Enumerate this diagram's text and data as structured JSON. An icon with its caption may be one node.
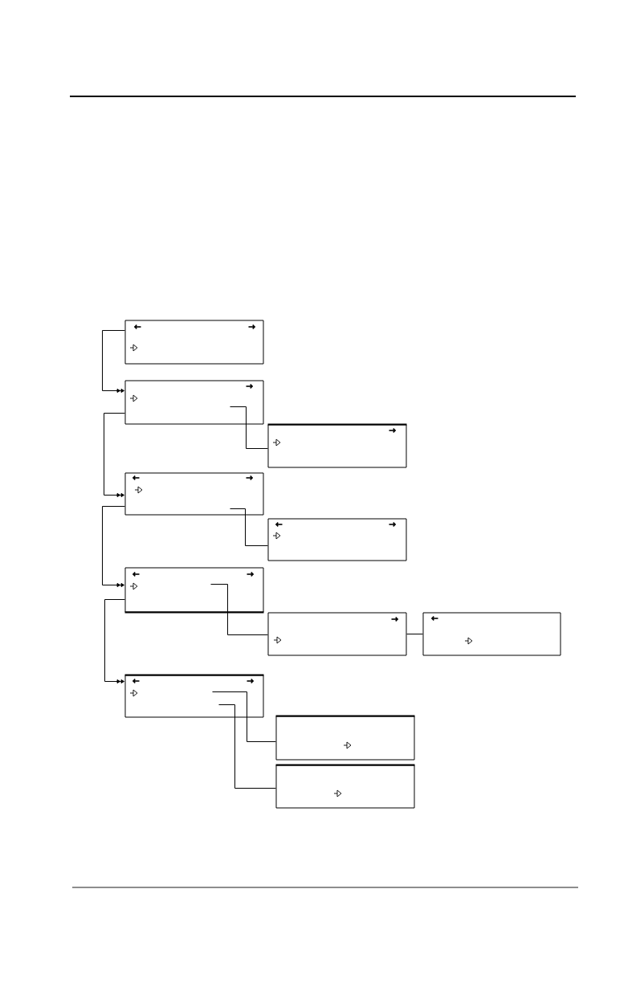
{
  "diagram": {
    "nodes": [
      {
        "text": [],
        "shape": "box"
      },
      {
        "text": [],
        "shape": "box"
      },
      {
        "text": [],
        "shape": "box"
      },
      {
        "text": [],
        "shape": "box"
      },
      {
        "text": [],
        "shape": "box"
      },
      {
        "text": [],
        "shape": "box"
      },
      {
        "text": [],
        "shape": "box"
      },
      {
        "text": [],
        "shape": "box"
      },
      {
        "text": [],
        "shape": "box"
      },
      {
        "text": [],
        "shape": "box"
      },
      {
        "text": [],
        "shape": "box"
      }
    ],
    "edges": [
      {
        "from": 0,
        "to": 1,
        "arrow": "to"
      },
      {
        "from": 1,
        "to": 3,
        "arrow": "to"
      },
      {
        "from": 1,
        "to": 2,
        "arrow": "none"
      },
      {
        "from": 3,
        "to": 5,
        "arrow": "to"
      },
      {
        "from": 3,
        "to": 4,
        "arrow": "none"
      },
      {
        "from": 5,
        "to": 8,
        "arrow": "to"
      },
      {
        "from": 5,
        "to": 6,
        "arrow": "none"
      },
      {
        "from": 6,
        "to": 7,
        "arrow": "none"
      },
      {
        "from": 8,
        "to": 9,
        "arrow": "none"
      },
      {
        "from": 8,
        "to": 10,
        "arrow": "none"
      }
    ]
  }
}
